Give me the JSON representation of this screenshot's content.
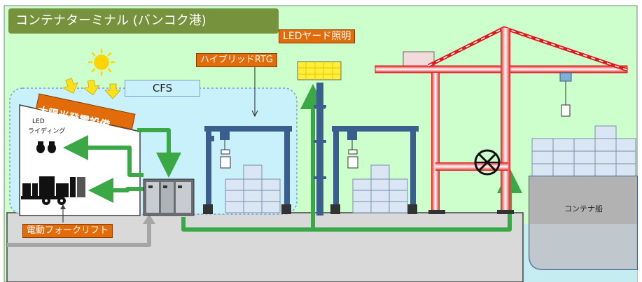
{
  "title": "コンテナターミナル (バンコク港)",
  "labels": {
    "cfs": "CFS",
    "solar": "太陽光発電設備",
    "led_yard": "LEDヤード照明",
    "hybrid_rtg": "ハイブリッドRTG",
    "forklift": "電動フォークリフト",
    "led_lighting_line1": "LED",
    "led_lighting_line2": "ライディング",
    "ship": "コンテナ船"
  },
  "colors": {
    "background": "#ccffcc",
    "title_bar": "#76923c",
    "label_orange": "#e36c0a",
    "power_line": "#3aa845",
    "crane_red": "#e01818",
    "rtg_blue": "#3a5f8f",
    "container_fill": "#dbe6f4",
    "quay": "#d9d9d9",
    "sea": "#c5ecf0",
    "cfs_box": "#c9f1fb",
    "feed_line": "#a6a6a6"
  }
}
